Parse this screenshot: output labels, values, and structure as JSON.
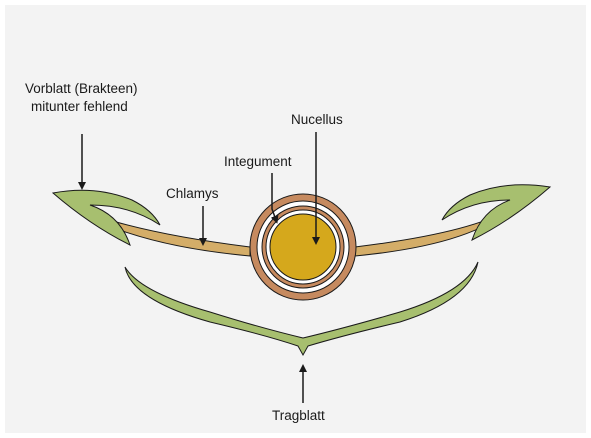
{
  "labels": {
    "vorblatt_line1": "Vorblatt (Brakteen)",
    "vorblatt_line2": "mitunter fehlend",
    "nucellus": "Nucellus",
    "integument": "Integument",
    "chlamys": "Chlamys",
    "tragblatt": "Tragblatt"
  },
  "colors": {
    "background": "#f3f3f3",
    "tragblatt_fill": "#a7bf6f",
    "chlamys_fill": "#d4ad68",
    "chlamys_ring": "#c68a5f",
    "nucellus_fill": "#d5a81c",
    "outline": "#1a1a1a"
  }
}
